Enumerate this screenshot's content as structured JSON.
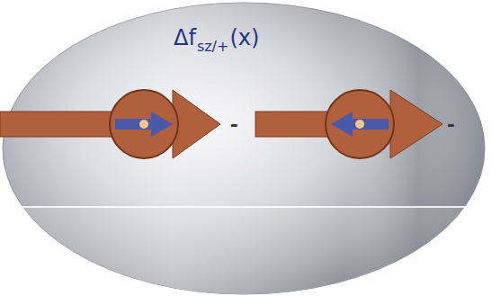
{
  "diagram": {
    "labels": [
      "Δf",
      "sz/+",
      "(x)",
      "-",
      "-"
    ]
  }
}
